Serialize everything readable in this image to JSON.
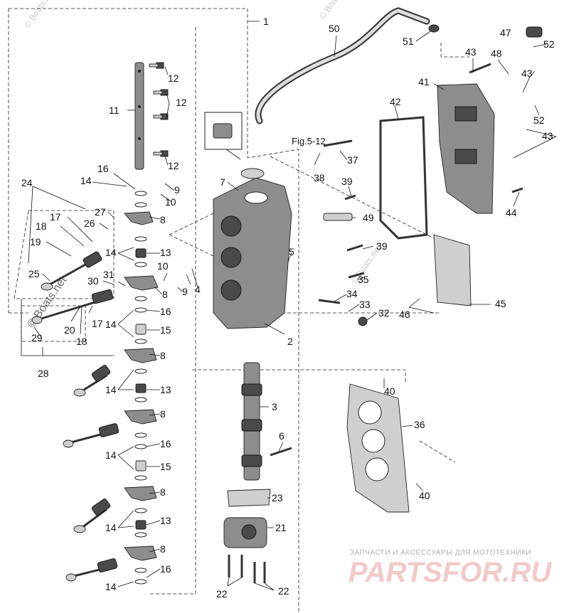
{
  "callouts": {
    "c1": "1",
    "c2": "2",
    "c3": "3",
    "c4": "4",
    "c5": "5",
    "c6": "6",
    "c7": "7",
    "c8": "8",
    "c9": "9",
    "c10": "10",
    "c11": "11",
    "c12": "12",
    "c13": "13",
    "c14": "14",
    "c15": "15",
    "c16": "16",
    "c17": "17",
    "c18": "18",
    "c19": "19",
    "c20": "20",
    "c21": "21",
    "c22": "22",
    "c23": "23",
    "c24": "24",
    "c25": "25",
    "c26": "26",
    "c27": "27",
    "c28": "28",
    "c29": "29",
    "c30": "30",
    "c31": "31",
    "c32": "32",
    "c33": "33",
    "c34": "34",
    "c35": "35",
    "c36": "36",
    "c37": "37",
    "c38": "38",
    "c39": "39",
    "c40": "40",
    "c41": "41",
    "c42": "42",
    "c43": "43",
    "c44": "44",
    "c45": "45",
    "c46": "46",
    "c47": "47",
    "c48": "48",
    "c49": "49",
    "c50": "50",
    "c51": "51",
    "c52": "52"
  },
  "figure_ref": "Fig.5-12",
  "watermarks": {
    "boats_net": "© Boats.net"
  },
  "branding": {
    "tagline": "ЗАПЧАСТИ И АКСЕССУАРЫ ДЛЯ МОТОТЕХНИКИ",
    "logo_text": "PARTSFOR.RU"
  }
}
